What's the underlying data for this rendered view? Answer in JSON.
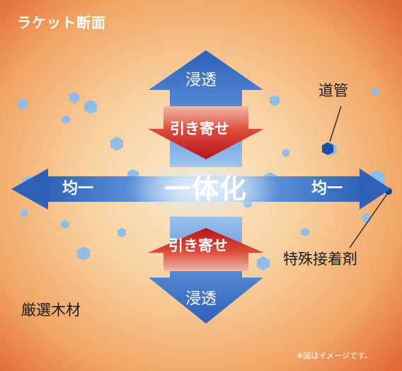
{
  "labels": {
    "title": "ラケット断面",
    "penetration_top": "浸透",
    "pull_top": "引き寄せ",
    "center": "一体化",
    "uniform_left": "均一",
    "uniform_right": "均一",
    "pull_bottom": "引き寄せ",
    "penetration_bottom": "浸透",
    "duct": "道管",
    "adhesive": "特殊接着剤",
    "wood": "厳選木材",
    "note": "※図はイメージです。"
  },
  "colors": {
    "background_center": "#fbe7c7",
    "background_edge": "#de5a28",
    "arrow_blue": "#2e60b8",
    "arrow_red": "#b8141c",
    "pore_blue": "#8fbde8"
  }
}
